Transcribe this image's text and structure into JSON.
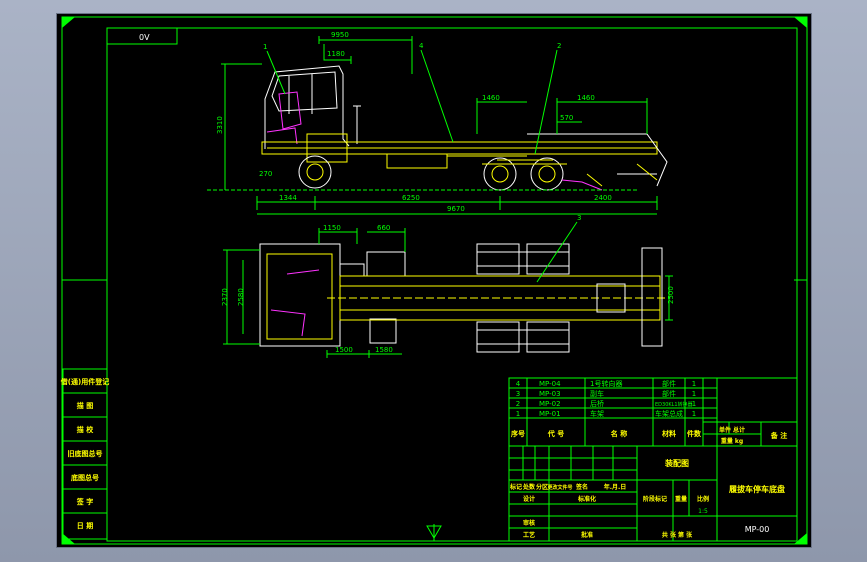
{
  "drawing": {
    "view_label": "0V",
    "elevation_dims": {
      "top_a": "9950",
      "top_b": "1180",
      "top_c": "1460",
      "mid_b": "570",
      "left_height": "3310",
      "bottom_a": "1344",
      "bottom_b": "6250",
      "bottom_c": "2400",
      "bottom_total": "9670",
      "ground": "270"
    },
    "plan_dims": {
      "top_a": "1150",
      "top_b": "660",
      "left_a": "2370",
      "left_b": "2580",
      "right": "2500",
      "bottom_a": "1500",
      "bottom_b": "1580"
    },
    "callouts": [
      "1",
      "2",
      "3",
      "4"
    ]
  },
  "side_stamp": {
    "rows": [
      "借(通)用件登记",
      "描  图",
      "描  校",
      "旧底图总号",
      "底图总号",
      "签  字",
      "日  期"
    ]
  },
  "parts_list": {
    "rows": [
      [
        "4",
        "MP-04",
        "1号转向器",
        "部件",
        "1"
      ],
      [
        "3",
        "MP-03",
        "副车",
        "部件",
        "1"
      ],
      [
        "2",
        "MP-02",
        "后桥",
        "ED30KL1转换器",
        "1"
      ],
      [
        "1",
        "MP-01",
        "车架",
        "车架总成",
        "1"
      ]
    ],
    "header": [
      "序号",
      "代  号",
      "名    称",
      "材料",
      "件数",
      "单件 总计",
      "备  注"
    ],
    "weight_label": "重量 kg"
  },
  "title_block": {
    "drawing_kind": "装配图",
    "drawing_title": "履拔车停车底盘",
    "drawing_no": "MP-00",
    "rev_row": [
      "标记",
      "处数",
      "分区",
      "更改文件号",
      "签名",
      "年.月.日"
    ],
    "design_label": "设计",
    "standard_label": "标准化",
    "stage_label": "阶段标记",
    "weight_label": "重量",
    "scale_label": "比例",
    "scale_value": "1:5",
    "review_label": "审核",
    "process_label": "工艺",
    "approve_label": "批准",
    "sheet_text": "共  张  第  张"
  }
}
